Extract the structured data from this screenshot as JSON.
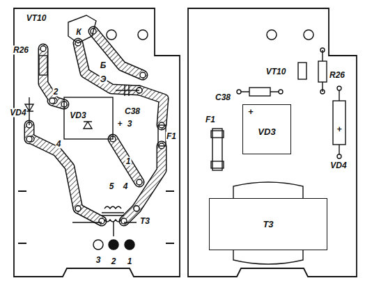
{
  "diagram": {
    "nodes": [
      {
        "text": [
          "+",
          "VD3"
        ]
      },
      {
        "text": [
          "T3"
        ]
      }
    ],
    "labels": [
      "VT10",
      "К",
      "Б",
      "Э",
      "R26",
      "2",
      "VD4",
      "VD3",
      "C38",
      "+",
      "3",
      "F1",
      "4",
      "1",
      "5",
      "4",
      "T3",
      "3",
      "2",
      "1",
      "VT10",
      "R26",
      "C38",
      "F1",
      "+",
      "VD4"
    ]
  }
}
